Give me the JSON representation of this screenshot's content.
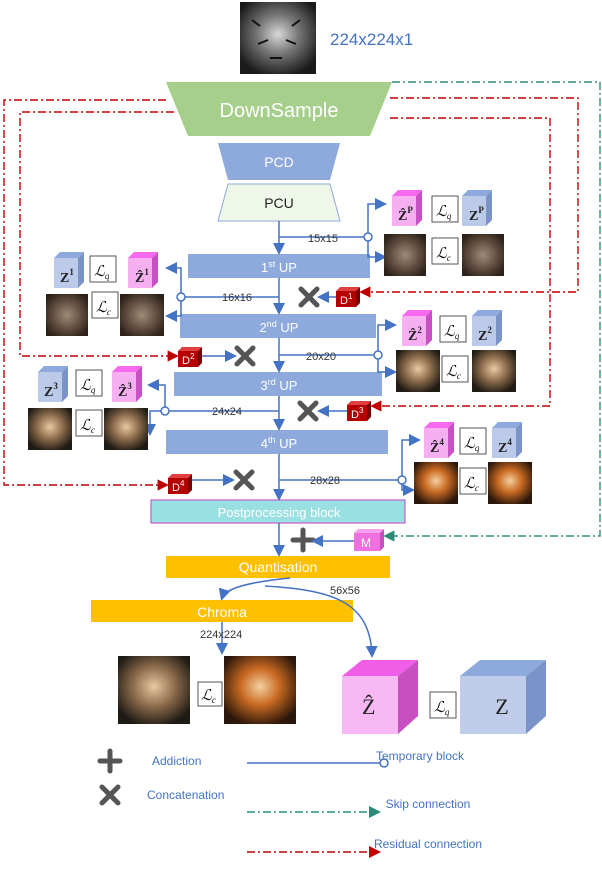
{
  "input_size": "224x224x1",
  "stages": {
    "downsample": "DownSample",
    "pcd": "PCD",
    "pcu": "PCU",
    "up1": "1",
    "up2": "2",
    "up3": "3",
    "up4": "4",
    "up_suffix": "UP",
    "postprocessing": "Postprocessing block",
    "quantisation": "Quantisation",
    "chroma": "Chroma"
  },
  "ordinal_suffix": {
    "st": "st",
    "nd": "nd",
    "rd": "rd",
    "th": "th"
  },
  "sizes": {
    "s15": "15x15",
    "s16": "16x16",
    "s20": "20x20",
    "s24": "24x24",
    "s28": "28x28",
    "s56": "56x56",
    "s224": "224x224"
  },
  "symbols": {
    "z": "Z",
    "zhat": "Ẑ",
    "sup_p": "P",
    "sup_1": "1",
    "sup_2": "2",
    "sup_3": "3",
    "sup_4": "4",
    "lq": "ℒq",
    "lc": "ℒc",
    "lq_main": "ℒ",
    "q_sub": "q",
    "c_sub": "c",
    "d_letter": "D",
    "m_letter": "M"
  },
  "legend": {
    "addiction": "Addiction",
    "concatenation": "Concatenation",
    "temporary_block": "Temporary block",
    "skip_connection": "Skip connection",
    "residual_connection": "Residual connection"
  },
  "colors": {
    "downsample_fill": "#a6cf8b",
    "downsample_text": "#ffffff",
    "pcd_fill": "#8ea9db",
    "pcu_fill": "#eef7ea",
    "up_fill": "#8ea9db",
    "postproc_fill": "#9adfe2",
    "postproc_border": "#c05fd0",
    "quant_fill": "#ffc000",
    "chroma_fill": "#ffc000",
    "blue_arrow": "#4472c4",
    "residual_red": "#c00000",
    "skip_teal": "#2e8b7a",
    "d_fill": "#b40000",
    "m_fill": "#f070e0",
    "cube_pink": "#f39cf3",
    "cube_blue": "#aebfe3",
    "title_blue": "#4472c4"
  }
}
